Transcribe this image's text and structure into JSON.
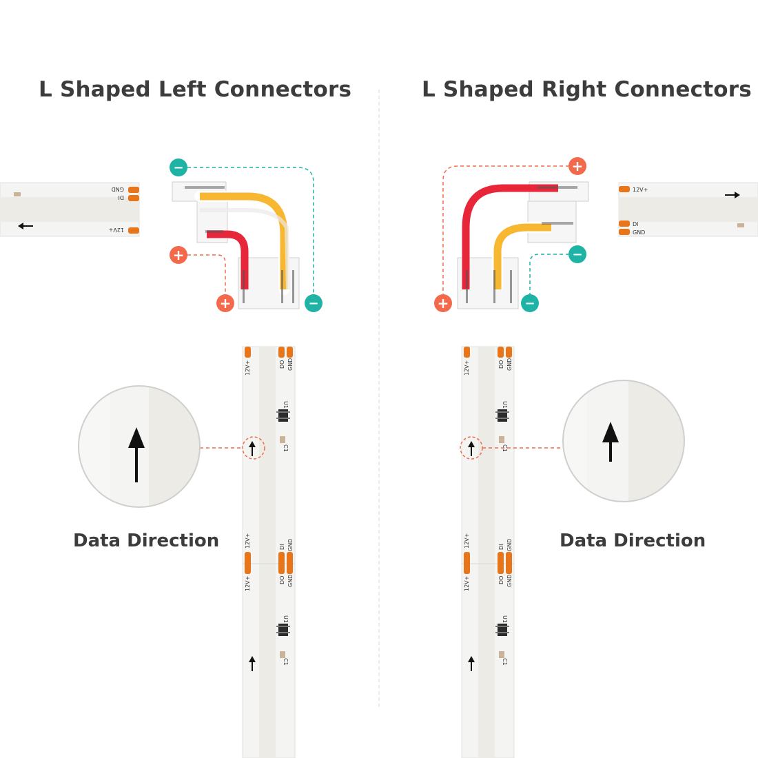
{
  "left": {
    "title": "L Shaped Left Connectors",
    "caption": "Data Direction",
    "strip_labels": {
      "gnd": "GND",
      "di": "DI",
      "v12": "12V+"
    },
    "vertical_labels": {
      "v12": "12V+",
      "do": "DO",
      "di": "DI",
      "gnd": "GND",
      "u1": "U1",
      "c1": "C1"
    }
  },
  "right": {
    "title": "L Shaped Right Connectors",
    "caption": "Data Direction",
    "strip_labels": {
      "v12": "12V+",
      "di": "DI",
      "gnd": "GND"
    },
    "vertical_labels": {
      "v12": "12V+",
      "do": "DO",
      "di": "DI",
      "gnd": "GND",
      "u1": "U1",
      "c1": "C1"
    }
  },
  "symbols": {
    "plus": "+",
    "minus": "−"
  },
  "colors": {
    "plus": "#f26a4b",
    "minus": "#1fb3a6",
    "wire_red": "#e8263a",
    "wire_yellow": "#f7b731",
    "pad": "#e8751a",
    "strip": "#f4f4f2",
    "text": "#3c3c3c"
  }
}
